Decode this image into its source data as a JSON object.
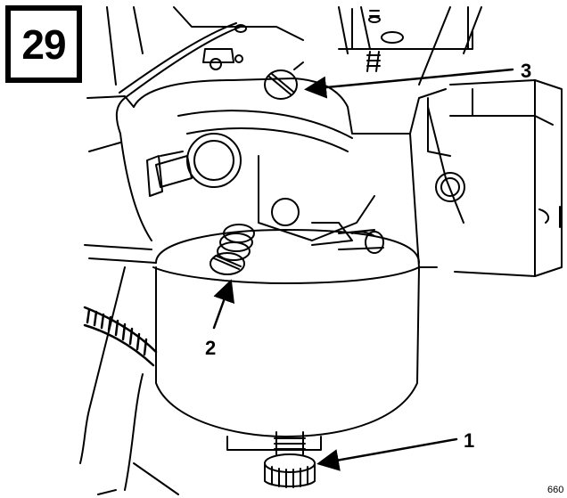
{
  "figure": {
    "number": "29"
  },
  "callouts": [
    {
      "id": "1",
      "label": "1"
    },
    {
      "id": "2",
      "label": "2"
    },
    {
      "id": "3",
      "label": "3"
    }
  ],
  "reference_code": "660",
  "colors": {
    "ink": "#000000",
    "paper": "#ffffff"
  }
}
